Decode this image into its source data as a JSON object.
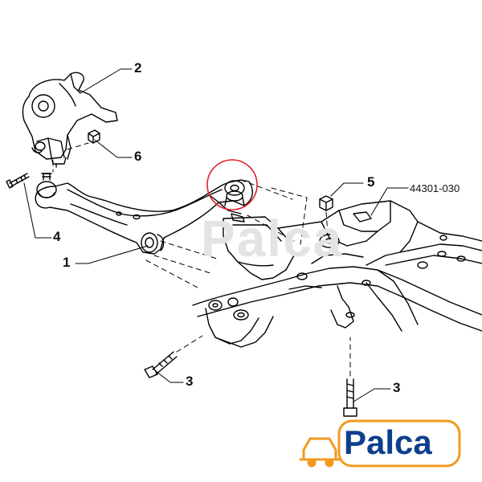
{
  "callouts": {
    "c1": "1",
    "c2": "2",
    "c3a": "3",
    "c3b": "3",
    "c4": "4",
    "c5": "5",
    "c6": "6"
  },
  "part_number": "44301-030",
  "watermark": "Palca",
  "logo": {
    "text": "Palca",
    "color": "#0d3f8c",
    "accent": "#f29a1f",
    "icon": "car-icon"
  },
  "highlight": {
    "color": "#e0202a"
  }
}
